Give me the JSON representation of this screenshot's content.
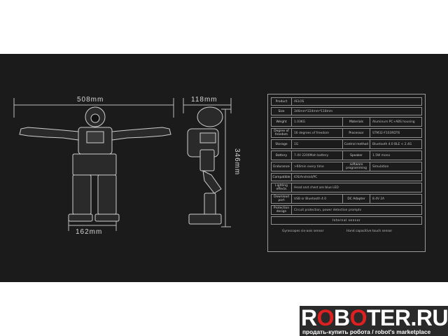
{
  "dimensions": {
    "width": "508mm",
    "depth": "118mm",
    "height": "346mm",
    "base": "162mm"
  },
  "specs": {
    "product": {
      "label": "Product",
      "value": "AELOS"
    },
    "size": {
      "label": "Size",
      "value": "346mm*224mm*118mm"
    },
    "weight": {
      "label": "Weight",
      "value": "1.03KG"
    },
    "materials": {
      "label": "Materials",
      "value": "Aluminum PC+ABS housing"
    },
    "dof": {
      "label": "Degree of freedom",
      "value": "16 degrees of freedom"
    },
    "processor": {
      "label": "Processor",
      "value": "STM32-F103RDT6"
    },
    "storage": {
      "label": "Storage",
      "value": "1G"
    },
    "control": {
      "label": "Control method",
      "value": "Bluetooth 4.0 BLE < 2.4G"
    },
    "battery": {
      "label": "Battery",
      "value": "7.4V 2200Mah battery"
    },
    "speaker": {
      "label": "Speaker",
      "value": "1.5W mono"
    },
    "endurance": {
      "label": "Endurance",
      "value": ">60min every time"
    },
    "software": {
      "label": "software programming",
      "value": "Simulation"
    },
    "compatible": {
      "label": "Compatible",
      "value": "IOS/Android/PC"
    },
    "lighting": {
      "label": "Lighting effects",
      "value": "Head and chest are blue LED"
    },
    "download": {
      "label": "Download port",
      "value": "USB or Bluetooth 4.0"
    },
    "dc": {
      "label": "DC Adapter",
      "value": "8.4V    2A"
    },
    "protection": {
      "label": "Protection design",
      "value": "Circuit protection,  power detection prompts"
    },
    "internal": {
      "label": "Internal  sensor"
    },
    "sensor1": "Gyroscopes six-axis sensor",
    "sensor2": "Hand capacitive touch sensor"
  },
  "logo": {
    "title_a": "R",
    "title_o1": "O",
    "title_b": "B",
    "title_o2": "O",
    "title_c": "TER.RU",
    "subtitle": "продать-купить робота / robot's marketplace"
  }
}
